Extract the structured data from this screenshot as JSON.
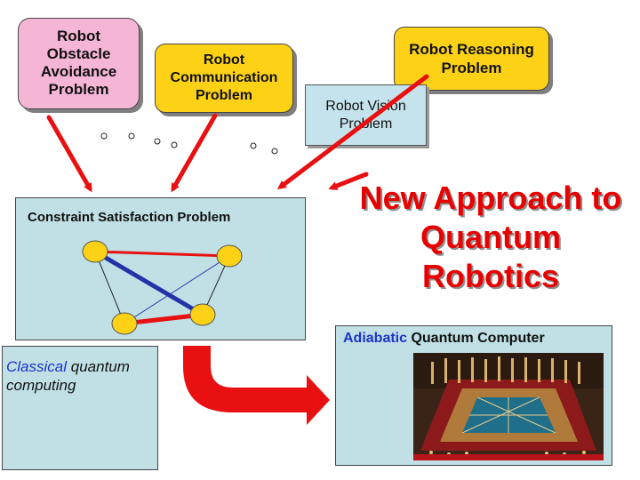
{
  "boxes": {
    "obstacle": "Robot Obstacle Avoidance Problem",
    "communication": "Robot Communication Problem",
    "reasoning": "Robot Reasoning Problem",
    "vision": "Robot Vision Problem"
  },
  "csp": {
    "title": "Constraint Satisfaction Problem"
  },
  "headline": "New Approach to Quantum Robotics",
  "classical": {
    "word": "Classical",
    "rest": " quantum computing"
  },
  "adiabatic": {
    "word": "Adiabatic",
    "rest": " Quantum Computer"
  },
  "colors": {
    "arrow": "#e81010",
    "node": "#fcd116",
    "panel": "#c1e0e6",
    "blue_edge": "#2233a8"
  }
}
